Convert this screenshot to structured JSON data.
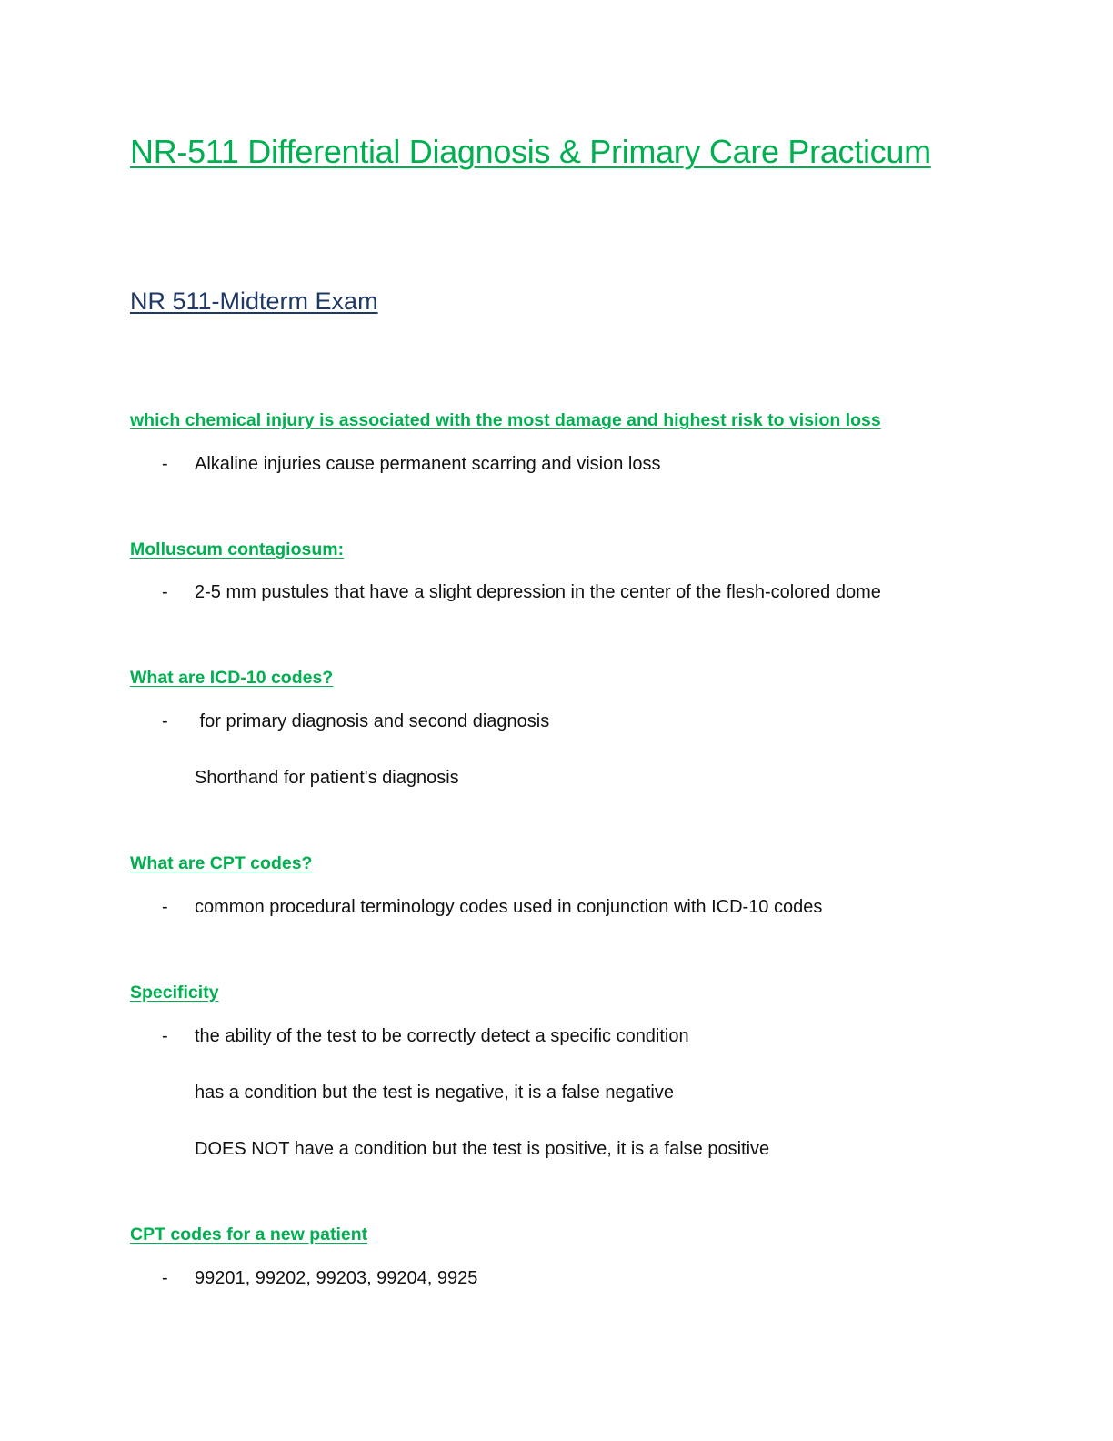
{
  "document": {
    "title": "NR-511 Differential Diagnosis & Primary Care Practicum",
    "subtitle": "NR 511-Midterm Exam"
  },
  "sections": [
    {
      "question": "which chemical injury is associated with the most damage and highest risk to vision loss",
      "bullet": "-",
      "answer": "Alkaline injuries cause permanent scarring and vision loss"
    },
    {
      "question": "Molluscum contagiosum:",
      "bullet": "-",
      "answer": "2-5 mm pustules that have a slight depression in the center of the flesh-colored dome"
    },
    {
      "question": "What are ICD-10 codes?",
      "bullet": "-",
      "answer": " for primary diagnosis and second diagnosis",
      "notes": [
        "Shorthand for patient's diagnosis"
      ]
    },
    {
      "question": "What are CPT codes?",
      "bullet": "-",
      "answer": "common procedural terminology codes used in conjunction with ICD-10 codes"
    },
    {
      "question": "Specificity",
      "bullet": "-",
      "answer": "the ability of the test to be correctly detect a specific condition",
      "notes": [
        "has a condition but the test is negative, it is a false negative",
        "DOES NOT have a condition but the test is positive, it is a false positive"
      ]
    },
    {
      "question": "CPT codes for a new patient",
      "bullet": "-",
      "answer": "99201, 99202, 99203, 99204, 9925"
    }
  ],
  "colors": {
    "heading_green": "#00b050",
    "subtitle_navy": "#1f3864",
    "body_text": "#111111"
  }
}
